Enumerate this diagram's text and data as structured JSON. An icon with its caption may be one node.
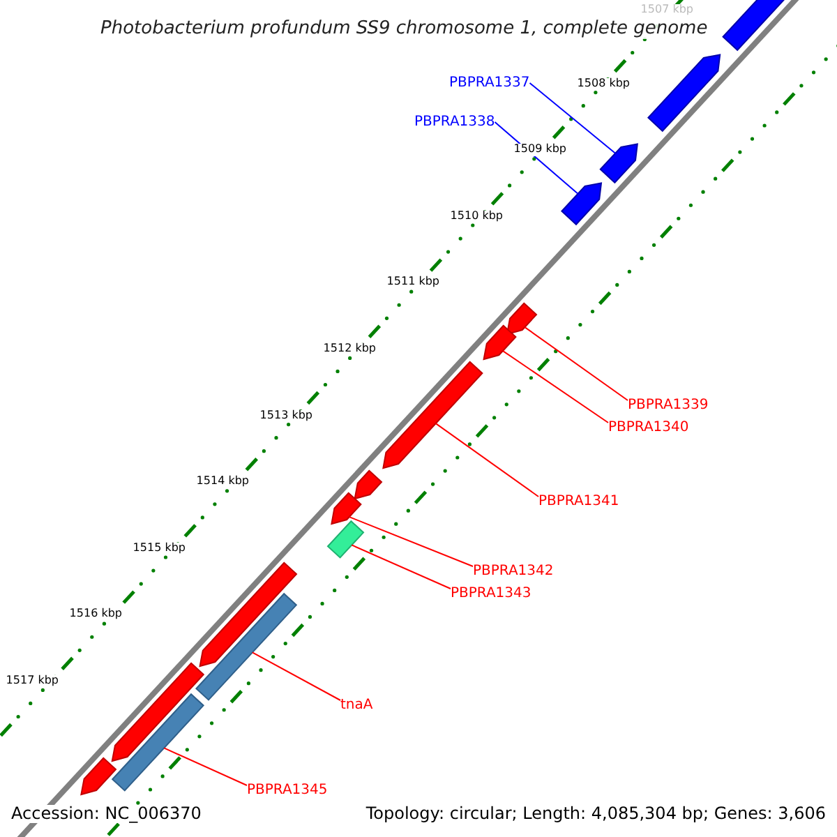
{
  "diagram": {
    "title": "Photobacterium profundum SS9 chromosome 1, complete genome",
    "nodes": [
      {
        "text": [
          "PBPRA1337"
        ]
      },
      {
        "text": [
          "PBPRA1338"
        ]
      },
      {
        "text": [
          "PBPRA1339"
        ]
      },
      {
        "text": [
          "PBPRA1340"
        ]
      },
      {
        "text": [
          "PBPRA1341"
        ]
      },
      {
        "text": [
          "PBPRA1342"
        ]
      },
      {
        "text": [
          "PBPRA1343"
        ]
      },
      {
        "text": [
          "tnaA"
        ]
      },
      {
        "text": [
          "PBPRA1345"
        ]
      },
      {
        "text": [],
        "shape": "arrow"
      },
      {
        "text": [],
        "shape": "arrow"
      },
      {
        "text": [],
        "shape": "arrow"
      },
      {
        "text": [],
        "shape": "arrow"
      },
      {
        "text": [],
        "shape": "arrow"
      },
      {
        "text": [],
        "shape": "arrow"
      },
      {
        "text": [],
        "shape": "arrow"
      },
      {
        "text": [],
        "shape": "arrow"
      },
      {
        "text": [],
        "shape": "arrow"
      },
      {
        "text": [],
        "shape": "bar"
      },
      {
        "text": [],
        "shape": "arrow"
      },
      {
        "text": [],
        "shape": "bar"
      },
      {
        "text": [],
        "shape": "arrow"
      },
      {
        "text": [],
        "shape": "bar"
      },
      {
        "text": [],
        "shape": "arrow"
      }
    ],
    "edges": [
      {
        "from": 0,
        "to": 11,
        "arrow": "none",
        "color": "#0000ff"
      },
      {
        "from": 1,
        "to": 12,
        "arrow": "none",
        "color": "#0000ff"
      },
      {
        "from": 2,
        "to": 13,
        "arrow": "none"
      },
      {
        "from": 3,
        "to": 14,
        "arrow": "none"
      },
      {
        "from": 4,
        "to": 15,
        "arrow": "none"
      },
      {
        "from": 5,
        "to": 17,
        "arrow": "none"
      },
      {
        "from": 6,
        "to": 18,
        "arrow": "none"
      },
      {
        "from": 7,
        "to": 20,
        "arrow": "none"
      },
      {
        "from": 8,
        "to": 22,
        "arrow": "none"
      }
    ],
    "labels": [
      "1507 kbp",
      "1508 kbp",
      "1509 kbp",
      "1510 kbp",
      "1511 kbp",
      "1512 kbp",
      "1513 kbp",
      "1514 kbp",
      "1515 kbp",
      "1516 kbp",
      "1517 kbp",
      "Accession: NC_006370",
      "Topology: circular; Length: 4,085,304 bp; Genes: 3,606"
    ]
  }
}
